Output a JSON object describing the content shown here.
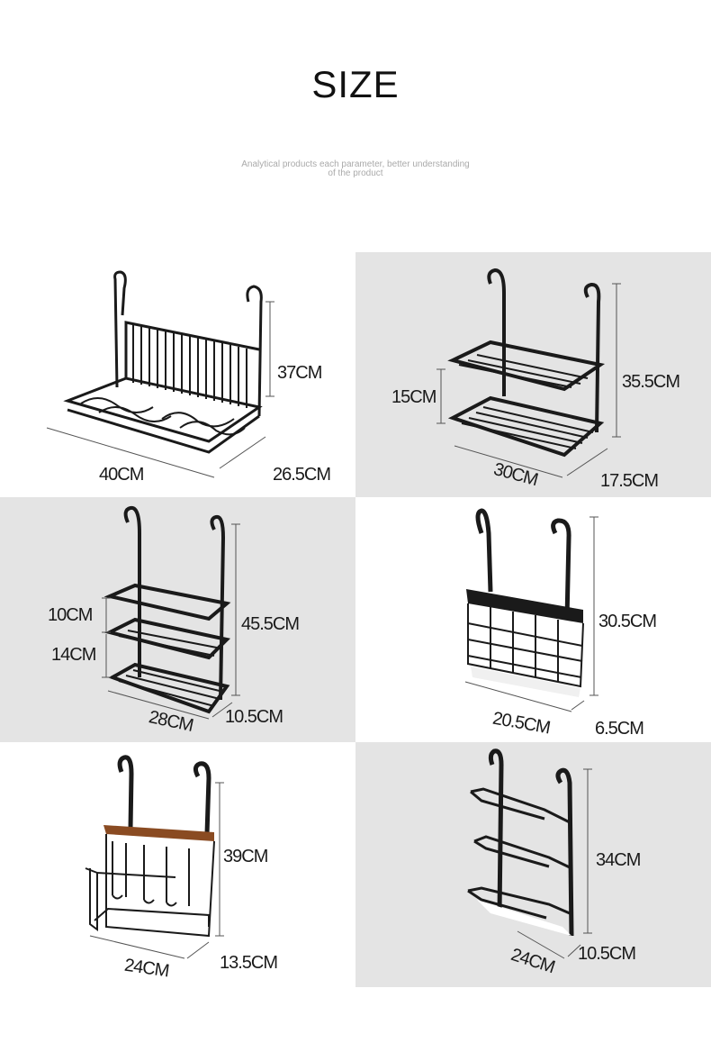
{
  "header": {
    "title": "SIZE",
    "subtitle_line1": "Analytical products each parameter, better understanding",
    "subtitle_line2": "of the product"
  },
  "colors": {
    "rack": "#1a1a1a",
    "panel_grey": "#e4e4e4",
    "dimension_line": "#555555",
    "wood": "#8a4b22"
  },
  "panels": [
    {
      "name": "dish-drying-rack",
      "dims": [
        "37CM",
        "40CM",
        "26.5CM"
      ]
    },
    {
      "name": "two-tier-shelf",
      "dims": [
        "15CM",
        "35.5CM",
        "30CM",
        "17.5CM"
      ]
    },
    {
      "name": "three-tier-shelf",
      "dims": [
        "10CM",
        "14CM",
        "45.5CM",
        "28CM",
        "10.5CM"
      ]
    },
    {
      "name": "utensil-basket",
      "dims": [
        "30.5CM",
        "20.5CM",
        "6.5CM"
      ]
    },
    {
      "name": "knife-and-board-holder",
      "dims": [
        "39CM",
        "24CM",
        "13.5CM"
      ]
    },
    {
      "name": "pot-lid-rack",
      "dims": [
        "34CM",
        "24CM",
        "10.5CM"
      ]
    }
  ]
}
